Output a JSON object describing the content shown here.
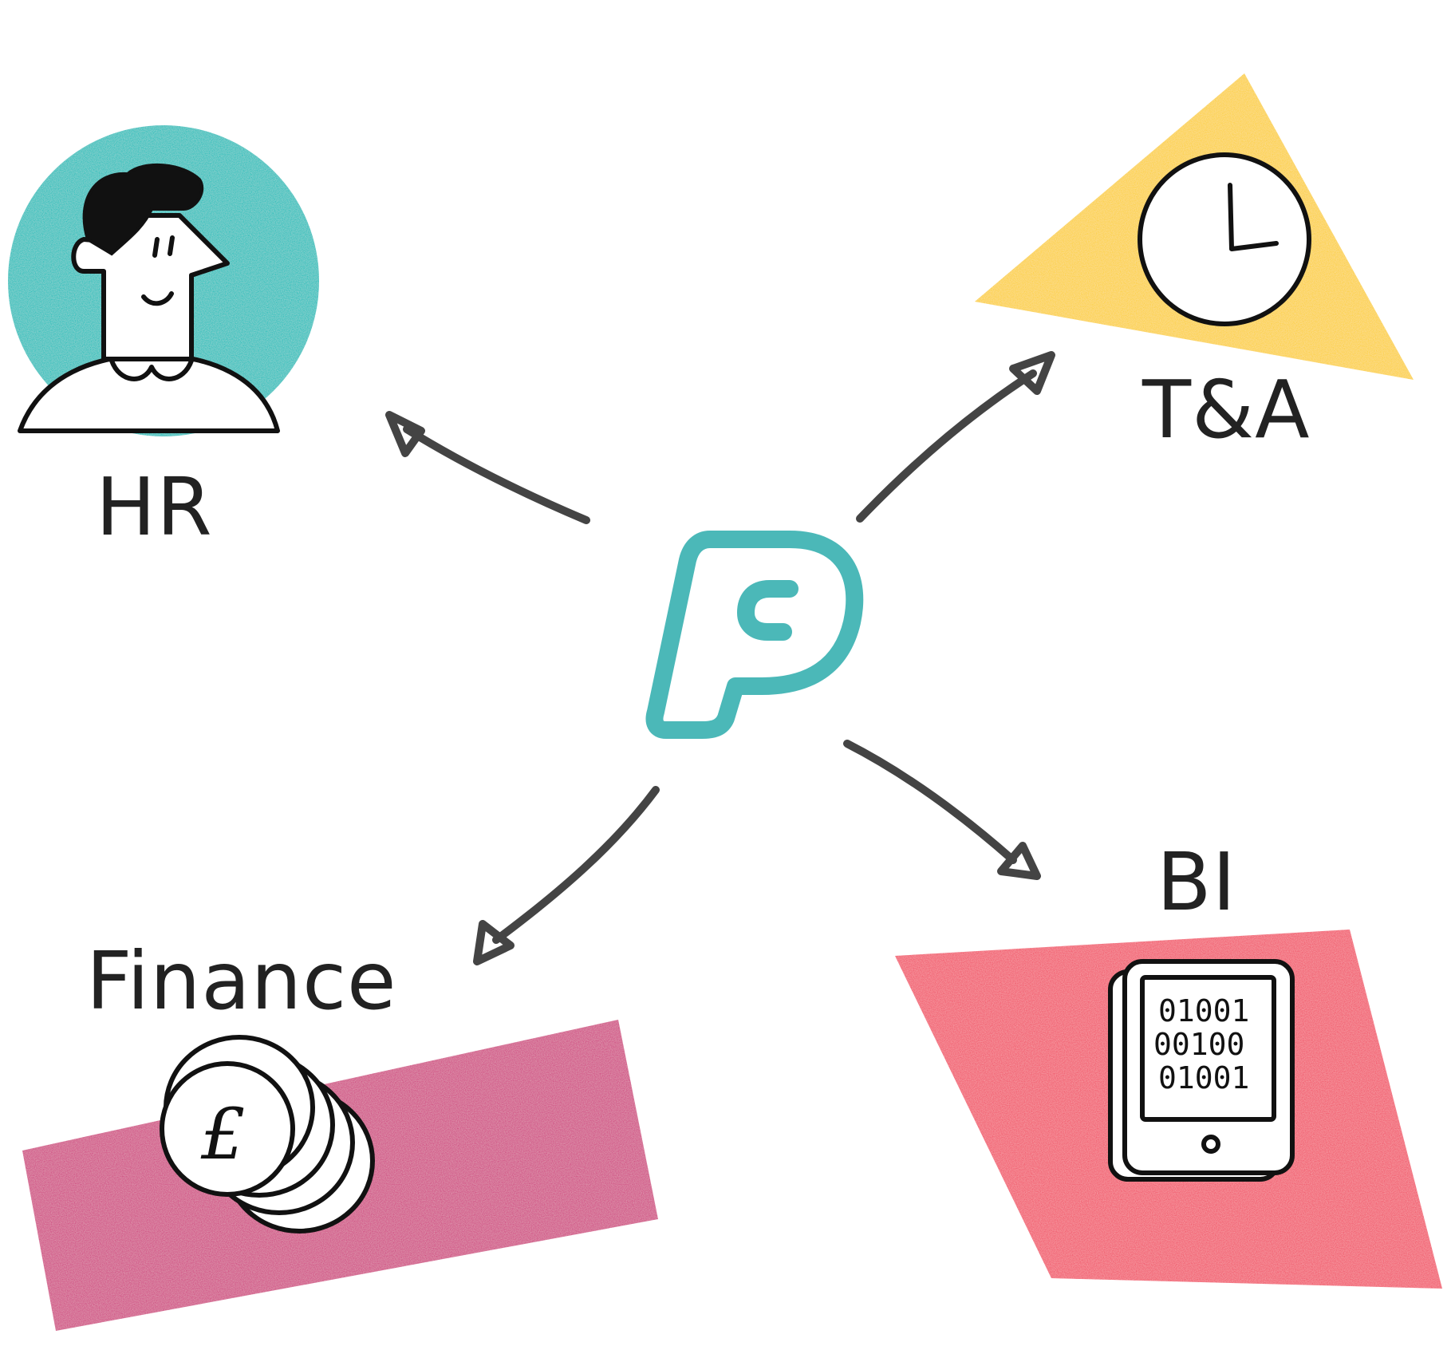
{
  "center": {
    "logo_letter": "P",
    "logo_color": "#4bb8b8"
  },
  "nodes": {
    "hr": {
      "label": "HR",
      "color": "#1dbfbb"
    },
    "ta": {
      "label": "T&A",
      "color": "#fcd03a"
    },
    "finance": {
      "label": "Finance",
      "color": "#d04a82"
    },
    "bi": {
      "label": "BI",
      "color": "#f2566a"
    }
  },
  "bi_screen": {
    "line1": "01001",
    "line2": "00100",
    "line3": "01001"
  },
  "finance_coin": {
    "symbol": "£"
  },
  "colors": {
    "text": "#222222",
    "arrow": "#444444",
    "ink": "#111111"
  },
  "icons": {
    "hr": "person-icon",
    "ta": "clock-icon",
    "finance": "coin-stack-icon",
    "bi": "tablet-binary-icon",
    "center": "p-logo-icon"
  }
}
